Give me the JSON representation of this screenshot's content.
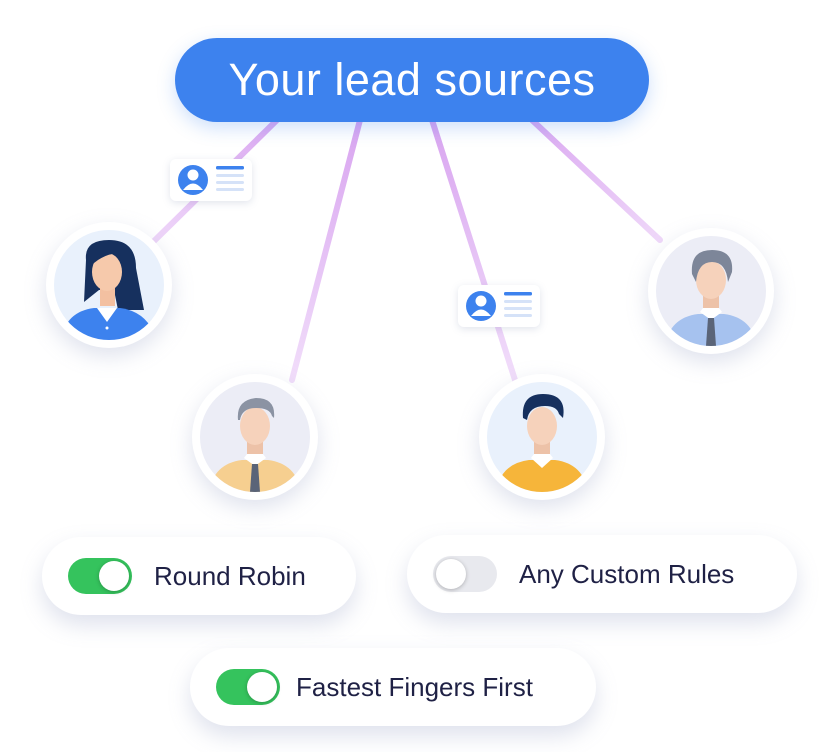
{
  "title": "Your lead sources",
  "colors": {
    "primary": "#3d82ee",
    "toggle_on": "#35c35d",
    "toggle_off": "#e8e9ee",
    "connector": "#e2b4f3",
    "text": "#1f2145"
  },
  "icons": [
    "contact-card-icon",
    "agent-avatar-icon"
  ],
  "toggles": [
    {
      "label": "Round Robin",
      "state": "on"
    },
    {
      "label": "Any Custom Rules",
      "state": "off"
    },
    {
      "label": "Fastest Fingers First",
      "state": "on"
    }
  ]
}
